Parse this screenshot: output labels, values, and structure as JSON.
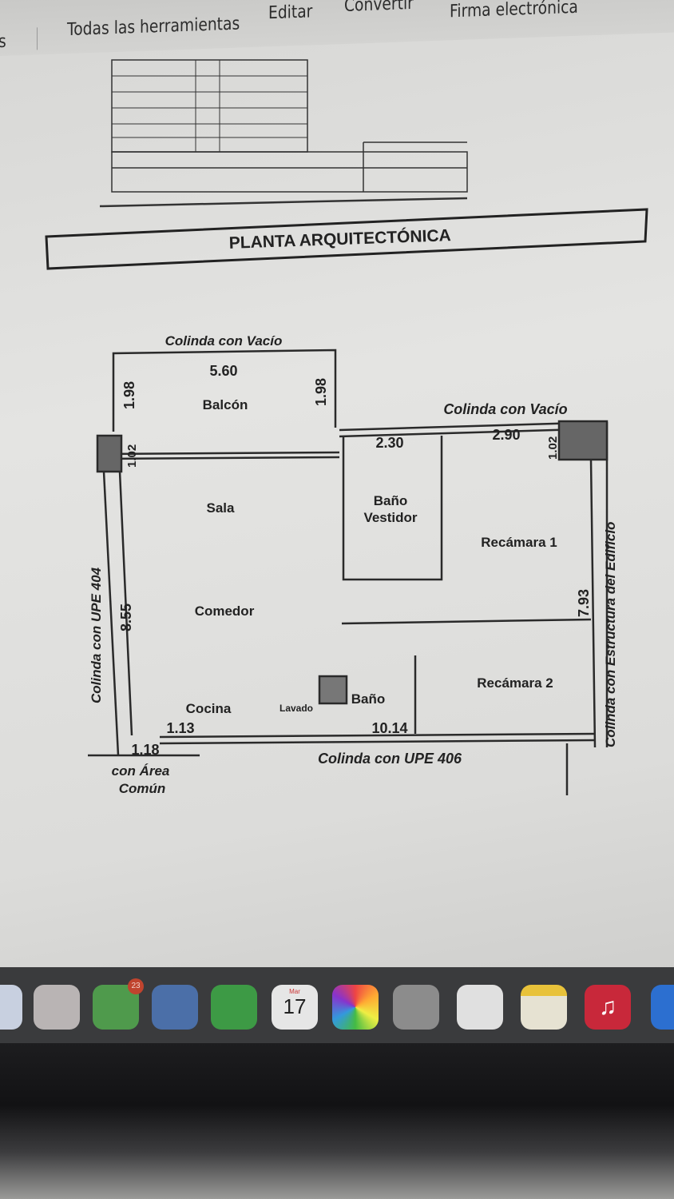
{
  "toolbar": {
    "back_fragment": "s",
    "items": [
      "Todas las herramientas",
      "Editar",
      "Convertir",
      "Firma electrónica"
    ]
  },
  "document": {
    "title": "PLANTA ARQUITECTÓNICA",
    "labels": {
      "top_boundary": "Colinda con Vacío",
      "right_top_boundary": "Colinda con Vacío",
      "left_boundary": "Colinda con UPE 404",
      "right_boundary": "Colinda con Estructura del Edificio",
      "bottom_boundary": "Colinda con UPE 406",
      "common_area_1": "con Área",
      "common_area_2": "Común",
      "balcon": "Balcón",
      "sala": "Sala",
      "comedor": "Comedor",
      "cocina": "Cocina",
      "lavado": "Lavado",
      "bano_vestidor_1": "Baño",
      "bano_vestidor_2": "Vestidor",
      "bano": "Baño",
      "recamara1": "Recámara 1",
      "recamara2": "Recámara 2"
    },
    "dimensions": {
      "d560": "5.60",
      "d198a": "1.98",
      "d198b": "1.98",
      "d102": "1.02",
      "d230": "2.30",
      "d290": "2.90",
      "d102b": "1.02",
      "d855": "8.55",
      "d793": "7.93",
      "d113": "1.13",
      "d1014": "10.14",
      "d118": "1.18"
    }
  },
  "dock": {
    "calendar_month": "Mar",
    "calendar_day": "17",
    "messages_badge": "23",
    "apps": [
      "finder",
      "launchpad",
      "messages",
      "outlook",
      "facetime",
      "calendar",
      "photos",
      "contacts",
      "reminders",
      "notes",
      "music",
      "app-store"
    ]
  }
}
